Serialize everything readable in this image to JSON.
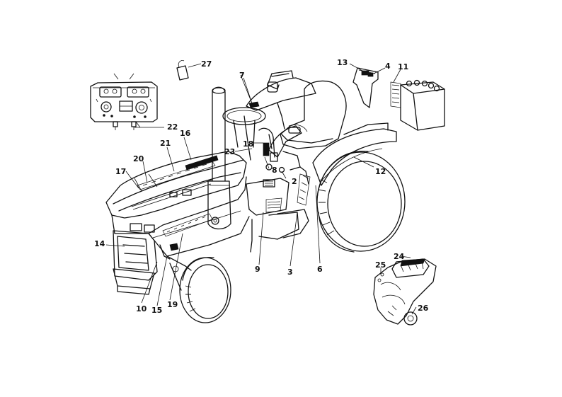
{
  "diagram": {
    "callouts": [
      {
        "id": "c27",
        "text": "27"
      },
      {
        "id": "c7",
        "text": "7"
      },
      {
        "id": "c13",
        "text": "13"
      },
      {
        "id": "c4",
        "text": "4"
      },
      {
        "id": "c11",
        "text": "11"
      },
      {
        "id": "c22",
        "text": "22"
      },
      {
        "id": "c16",
        "text": "16"
      },
      {
        "id": "c21",
        "text": "21"
      },
      {
        "id": "c20",
        "text": "20"
      },
      {
        "id": "c17",
        "text": "17"
      },
      {
        "id": "c23",
        "text": "23"
      },
      {
        "id": "c18",
        "text": "18"
      },
      {
        "id": "c8",
        "text": "8"
      },
      {
        "id": "c2",
        "text": "2"
      },
      {
        "id": "c12",
        "text": "12"
      },
      {
        "id": "c14",
        "text": "14"
      },
      {
        "id": "c9",
        "text": "9"
      },
      {
        "id": "c3",
        "text": "3"
      },
      {
        "id": "c6",
        "text": "6"
      },
      {
        "id": "c24",
        "text": "24"
      },
      {
        "id": "c25",
        "text": "25"
      },
      {
        "id": "c10",
        "text": "10"
      },
      {
        "id": "c15",
        "text": "15"
      },
      {
        "id": "c19",
        "text": "19"
      },
      {
        "id": "c26",
        "text": "26"
      }
    ]
  }
}
